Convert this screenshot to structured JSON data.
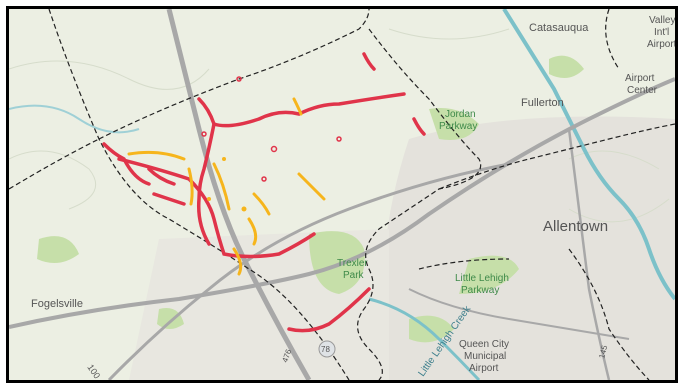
{
  "map": {
    "places": {
      "catasauqua": "Catasauqua",
      "valley_line1": "Valley",
      "valley_line2": "Int'l",
      "valley_line3": "Airport",
      "airport_center1": "Airport",
      "airport_center2": "Center",
      "fullerton": "Fullerton",
      "jordan1": "Jordan",
      "jordan2": "Parkway",
      "allentown": "Allentown",
      "trexler1": "Trexler",
      "trexler2": "Park",
      "little_lehigh1": "Little Lehigh",
      "little_lehigh2": "Parkway",
      "fogelsville": "Fogelsville",
      "queen_city1": "Queen City",
      "queen_city2": "Municipal",
      "queen_city3": "Airport",
      "creek": "Little Lehigh Creek"
    },
    "shields": {
      "route_100": "100",
      "route_78": "78",
      "route_476": "476",
      "route_145": "145"
    },
    "colors": {
      "stream_high": "#e0344a",
      "stream_mid": "#f6b51c",
      "boundary": "#222222",
      "road": "#a8a8a8",
      "river": "#7cc1c9",
      "park": "#c6dfa9",
      "urban": "#e4e2dc"
    }
  }
}
